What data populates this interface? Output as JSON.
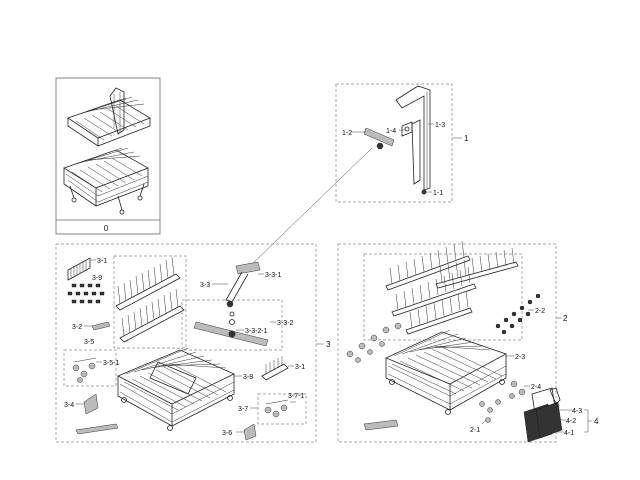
{
  "parts": {
    "p0": "0",
    "p1": "1",
    "p1_1": "1-1",
    "p1_2": "1-2",
    "p1_3": "1-3",
    "p1_4": "1-4",
    "p2": "2",
    "p2_1": "2-1",
    "p2_2": "2-2",
    "p2_3": "2-3",
    "p2_4": "2-4",
    "p3": "3",
    "p3_1a": "3-1",
    "p3_1b": "3-1",
    "p3_2": "3-2",
    "p3_3": "3-3",
    "p3_3_1": "3-3-1",
    "p3_3_2": "3-3-2",
    "p3_3_2_1": "3-3-2-1",
    "p3_4": "3-4",
    "p3_5": "3-5",
    "p3_5_1": "3-5-1",
    "p3_6": "3-6",
    "p3_7": "3-7",
    "p3_7_1": "3-7-1",
    "p3_8": "3-8",
    "p3_9": "3-9",
    "p4": "4",
    "p4_1": "4-1",
    "p4_2": "4-2",
    "p4_3": "4-3"
  }
}
